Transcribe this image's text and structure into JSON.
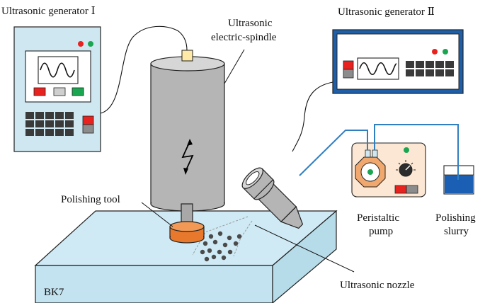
{
  "labels": {
    "generator_1": "Ultrasonic generator Ⅰ",
    "generator_2": "Ultrasonic generator Ⅱ",
    "spindle_line1": "Ultrasonic",
    "spindle_line2": "electric-spindle",
    "polishing_tool": "Polishing tool",
    "pump_line1": "Peristaltic",
    "pump_line2": "pump",
    "slurry_line1": "Polishing",
    "slurry_line2": "slurry",
    "nozzle": "Ultrasonic nozzle",
    "workpiece": "BK7"
  },
  "colors": {
    "panel_fill": "#cfe7f1",
    "screen_fill": "#ffffff",
    "generator2_frame": "#1f5fa8",
    "spindle_body": "#b5b5b5",
    "spindle_top": "#d6d6d6",
    "workpiece_top": "#cfeaf5",
    "workpiece_side": "#bfe0ee",
    "tool_orange": "#e8782c",
    "pump_fill": "#fbe7d3",
    "pump_octagon": "#f0a86e",
    "tube_blue": "#2f7fc1",
    "slurry_blue": "#1b5fb5",
    "button_red": "#e8221f",
    "button_green": "#1aa650",
    "button_gray": "#8c8c8c",
    "keypad_dark": "#3a3a3a"
  }
}
